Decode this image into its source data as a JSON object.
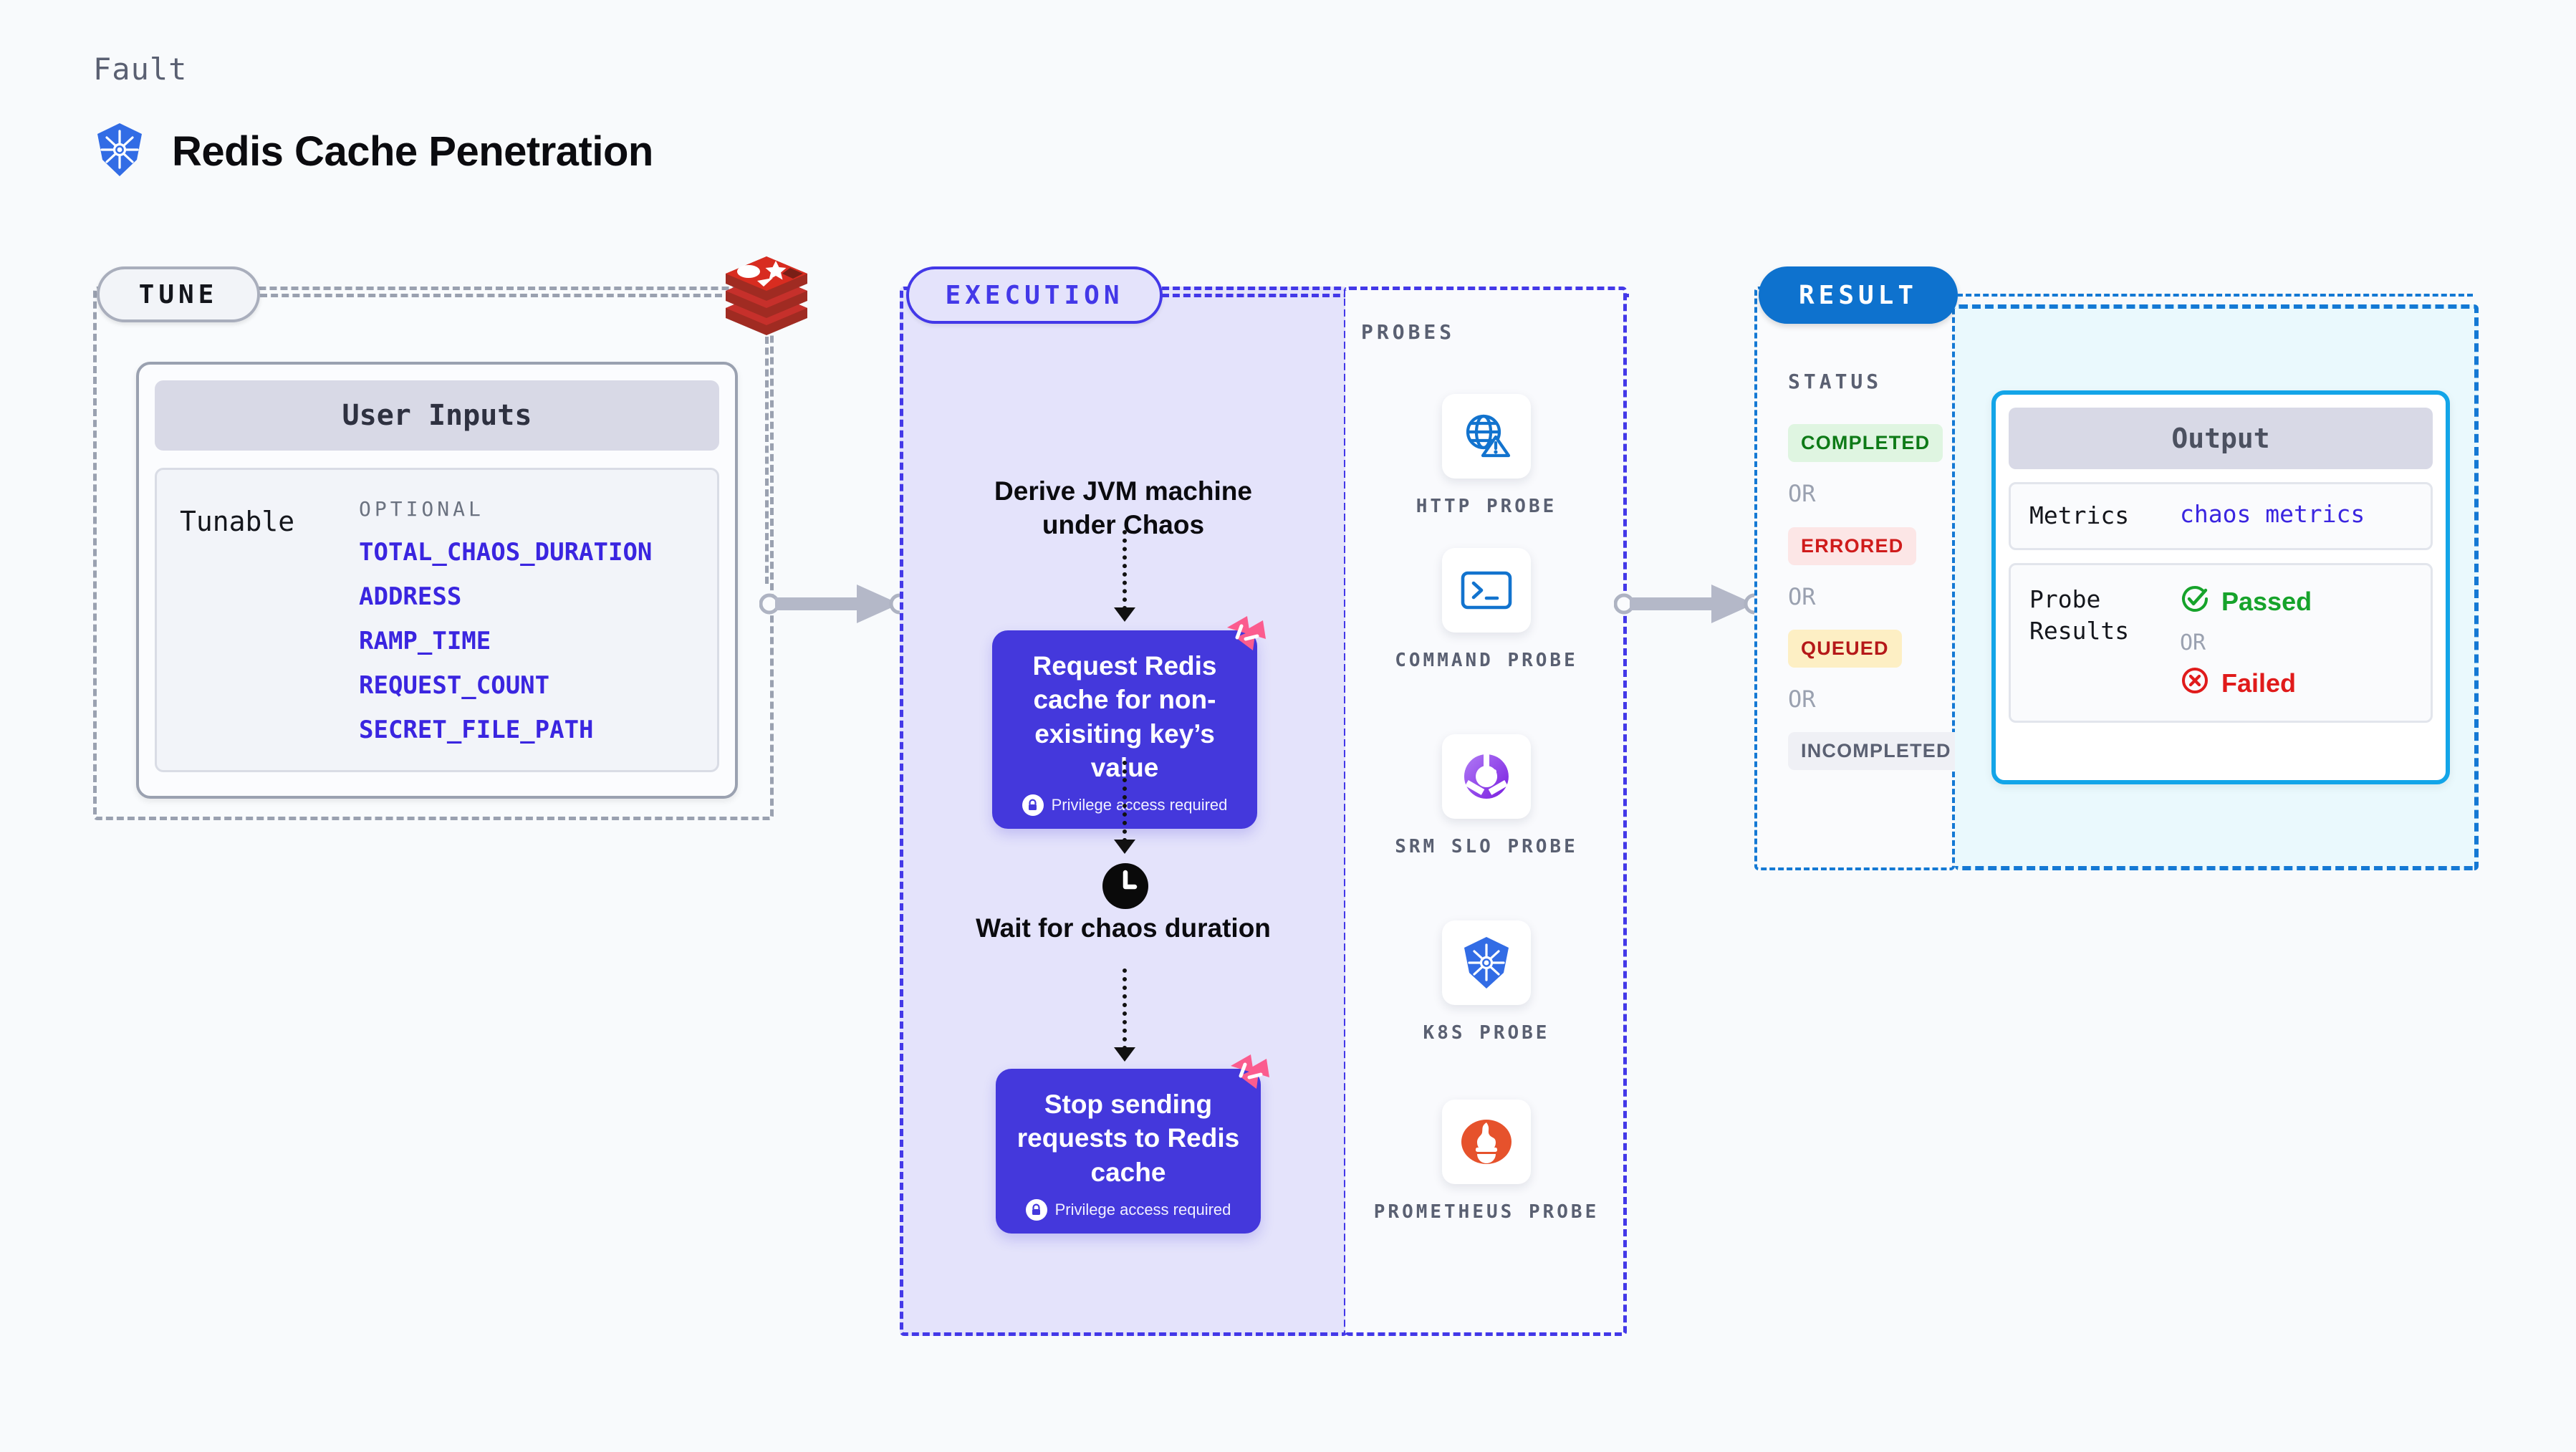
{
  "header": {
    "eyebrow": "Fault",
    "title": "Redis Cache Penetration",
    "title_icon": "kubernetes-icon"
  },
  "colors": {
    "background": "#F8FAFC",
    "tune_border": "#9AA1B0",
    "execution_accent": "#4338E8",
    "execution_fill": "#E4E3FB",
    "result_accent": "#1479D4",
    "output_fill": "#EAF9FD",
    "output_border": "#13A5E8",
    "purple_box": "#4438DC",
    "var_text": "#3A25E0",
    "passed_green": "#16A32B",
    "failed_red": "#E01B1B"
  },
  "tune": {
    "pill_label": "TUNE",
    "source_icon": "redis-icon",
    "card": {
      "header": "User Inputs",
      "row_label": "Tunable",
      "group_heading": "OPTIONAL",
      "variables": [
        "TOTAL_CHAOS_DURATION",
        "ADDRESS",
        "RAMP_TIME",
        "REQUEST_COUNT",
        "SECRET_FILE_PATH"
      ]
    }
  },
  "execution": {
    "pill_label": "EXECUTION",
    "steps": [
      {
        "kind": "text",
        "label": "Derive JVM machine under Chaos"
      },
      {
        "kind": "action",
        "label": "Request Redis cache for non-exisiting key’s value",
        "note": "Privilege access required",
        "note_icon": "lock-icon",
        "corner_icon": "litmus-icon"
      },
      {
        "kind": "wait",
        "label": "Wait for chaos duration",
        "icon": "clock-icon"
      },
      {
        "kind": "action",
        "label": "Stop sending requests to Redis cache",
        "note": "Privilege access required",
        "note_icon": "lock-icon",
        "corner_icon": "litmus-icon"
      }
    ]
  },
  "probes": {
    "section_label": "PROBES",
    "items": [
      {
        "label": "HTTP PROBE",
        "icon": "globe-warning-icon"
      },
      {
        "label": "COMMAND PROBE",
        "icon": "terminal-icon"
      },
      {
        "label": "SRM SLO PROBE",
        "icon": "slo-donut-icon"
      },
      {
        "label": "K8S PROBE",
        "icon": "kubernetes-icon"
      },
      {
        "label": "PROMETHEUS PROBE",
        "icon": "prometheus-icon"
      }
    ]
  },
  "result": {
    "pill_label": "RESULT",
    "status_label": "STATUS",
    "or_label": "OR",
    "statuses": [
      {
        "label": "COMPLETED",
        "text_color": "#0E7A17",
        "bg_color": "#DFF5E1"
      },
      {
        "label": "ERRORED",
        "text_color": "#CF1B1B",
        "bg_color": "#FCE6E6"
      },
      {
        "label": "QUEUED",
        "text_color": "#B51919",
        "bg_color": "#FDEFC4"
      },
      {
        "label": "INCOMPLETED",
        "text_color": "#5A6072",
        "bg_color": "#EFF0F5"
      }
    ]
  },
  "output": {
    "header": "Output",
    "rows": [
      {
        "key": "Metrics",
        "value": "chaos metrics"
      },
      {
        "key": "Probe Results"
      }
    ],
    "probe_results": {
      "passed_label": "Passed",
      "passed_icon": "check-circle-icon",
      "or_label": "OR",
      "failed_label": "Failed",
      "failed_icon": "x-circle-icon"
    }
  }
}
